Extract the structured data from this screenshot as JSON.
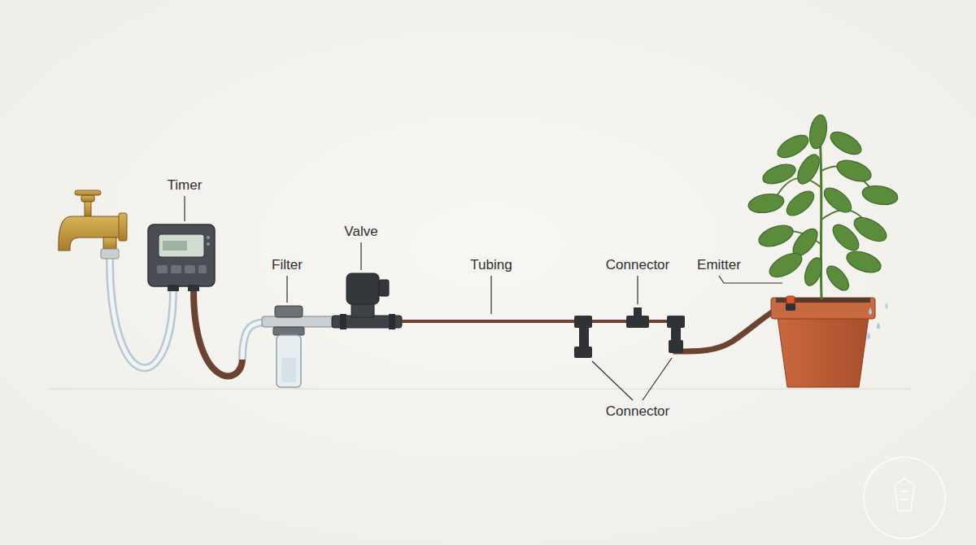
{
  "diagram": {
    "labels": [
      "Timer",
      "Valve",
      "Filter",
      "Tubing",
      "Connector",
      "Emitter",
      "Connector"
    ]
  }
}
